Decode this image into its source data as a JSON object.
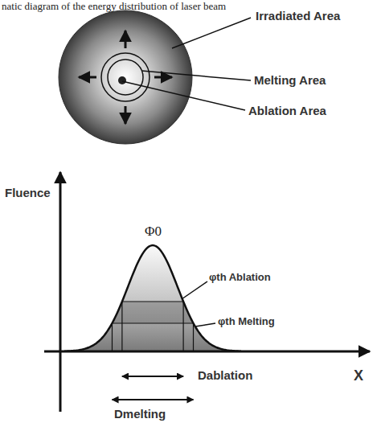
{
  "diagram": {
    "title": "natic diagram of the energy distribution of laser beam",
    "labels": [
      "Irradiated Area",
      "Melting Area",
      "Ablation Area",
      "Fluence",
      "Φ0",
      "φth Ablation",
      "φth Melting",
      "X",
      "Dablation",
      "Dmelting"
    ]
  }
}
